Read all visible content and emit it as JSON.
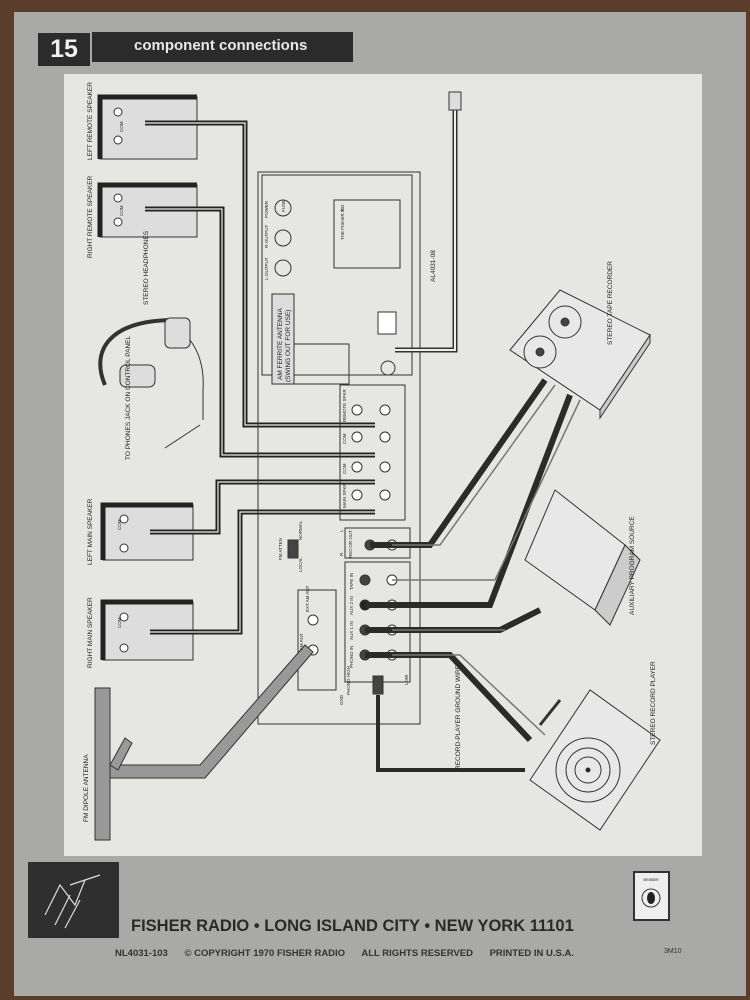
{
  "header": {
    "page_number": "15",
    "title": "component connections"
  },
  "diagram": {
    "speakers": {
      "left_remote": "LEFT REMOTE SPEAKER",
      "right_remote": "RIGHT REMOTE SPEAKER",
      "left_main": "LEFT MAIN SPEAKER",
      "right_main": "RIGHT MAIN SPEAKER",
      "com": "COM"
    },
    "headphones": {
      "label": "STEREO HEADPHONES",
      "note": "TO PHONES JACK ON CONTROL PANEL"
    },
    "antenna": {
      "fm_dipole": "FM DIPOLE ANTENNA",
      "am_ferrite_1": "AM FERRITE ANTENNA",
      "am_ferrite_2": "(SWING OUT FOR USE)",
      "ext_am_ant": "EXT AM ANT",
      "fm_ant": "FM ANT"
    },
    "receiver": {
      "power": "POWER",
      "r_output": "R-OUTPUT",
      "l_output": "L-OUTPUT",
      "fuse": "FUSE",
      "brand": "THE FISHER ®",
      "model": "202",
      "part_number": "AL4031-08",
      "remote_spkr": "REMOTE SPKR",
      "main_spkr": "MAIN SPKR",
      "com": "COM",
      "fm_atten": "FM ATTEN",
      "local": "LOCAL",
      "normal": "NORMAL",
      "recorder_out": "REC'OR OUT",
      "left": "L",
      "right": "R",
      "phono_in": "PHONO IN",
      "aux1_in": "AUX 1 IN",
      "aux2_in": "AUX 2 IN",
      "tape_in": "TAPE IN",
      "gnd": "GND",
      "phono_high": "PHONO HIGH",
      "low": "LOW"
    },
    "devices": {
      "tape_recorder": "STEREO TAPE RECORDER",
      "aux_source": "AUXILIARY PROGRAM SOURCE",
      "record_player": "STEREO RECORD PLAYER",
      "ground_wire": "RECORD-PLAYER GROUND WIRE"
    }
  },
  "footer": {
    "address": "FISHER RADIO • LONG ISLAND CITY • NEW YORK 11101",
    "doc_number": "NL4031-103",
    "copyright": "© COPYRIGHT 1970 FISHER RADIO",
    "rights": "ALL RIGHTS RESERVED",
    "printed": "PRINTED IN U.S.A.",
    "print_code": "3M10",
    "member_badge": "MEMBER"
  }
}
